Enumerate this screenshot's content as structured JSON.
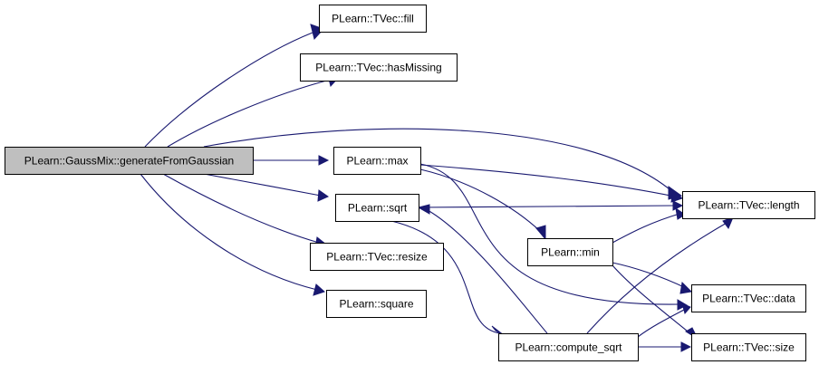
{
  "diagram": {
    "type": "call-graph",
    "root": "PLearn::GaussMix::generateFromGaussian",
    "colors": {
      "edge": "#191970",
      "root_fill": "#bfbfbf",
      "node_fill": "#ffffff",
      "node_border": "#000000"
    },
    "nodes": [
      {
        "id": "root",
        "label": "PLearn::GaussMix::generateFromGaussian",
        "highlighted": true
      },
      {
        "id": "fill",
        "label": "PLearn::TVec::fill"
      },
      {
        "id": "hasMissing",
        "label": "PLearn::TVec::hasMissing"
      },
      {
        "id": "max",
        "label": "PLearn::max"
      },
      {
        "id": "sqrt",
        "label": "PLearn::sqrt"
      },
      {
        "id": "resize",
        "label": "PLearn::TVec::resize"
      },
      {
        "id": "square",
        "label": "PLearn::square"
      },
      {
        "id": "min",
        "label": "PLearn::min"
      },
      {
        "id": "compute_sqrt",
        "label": "PLearn::compute_sqrt"
      },
      {
        "id": "length",
        "label": "PLearn::TVec::length"
      },
      {
        "id": "data",
        "label": "PLearn::TVec::data"
      },
      {
        "id": "size",
        "label": "PLearn::TVec::size"
      }
    ],
    "edges": [
      {
        "from": "root",
        "to": "fill"
      },
      {
        "from": "root",
        "to": "hasMissing"
      },
      {
        "from": "root",
        "to": "length"
      },
      {
        "from": "root",
        "to": "max"
      },
      {
        "from": "root",
        "to": "sqrt"
      },
      {
        "from": "root",
        "to": "resize"
      },
      {
        "from": "root",
        "to": "square"
      },
      {
        "from": "max",
        "to": "length"
      },
      {
        "from": "max",
        "to": "min"
      },
      {
        "from": "max",
        "to": "data"
      },
      {
        "from": "sqrt",
        "to": "length"
      },
      {
        "from": "sqrt",
        "to": "compute_sqrt"
      },
      {
        "from": "min",
        "to": "length"
      },
      {
        "from": "min",
        "to": "data"
      },
      {
        "from": "min",
        "to": "size"
      },
      {
        "from": "compute_sqrt",
        "to": "sqrt"
      },
      {
        "from": "compute_sqrt",
        "to": "length"
      },
      {
        "from": "compute_sqrt",
        "to": "data"
      },
      {
        "from": "compute_sqrt",
        "to": "size"
      }
    ]
  }
}
